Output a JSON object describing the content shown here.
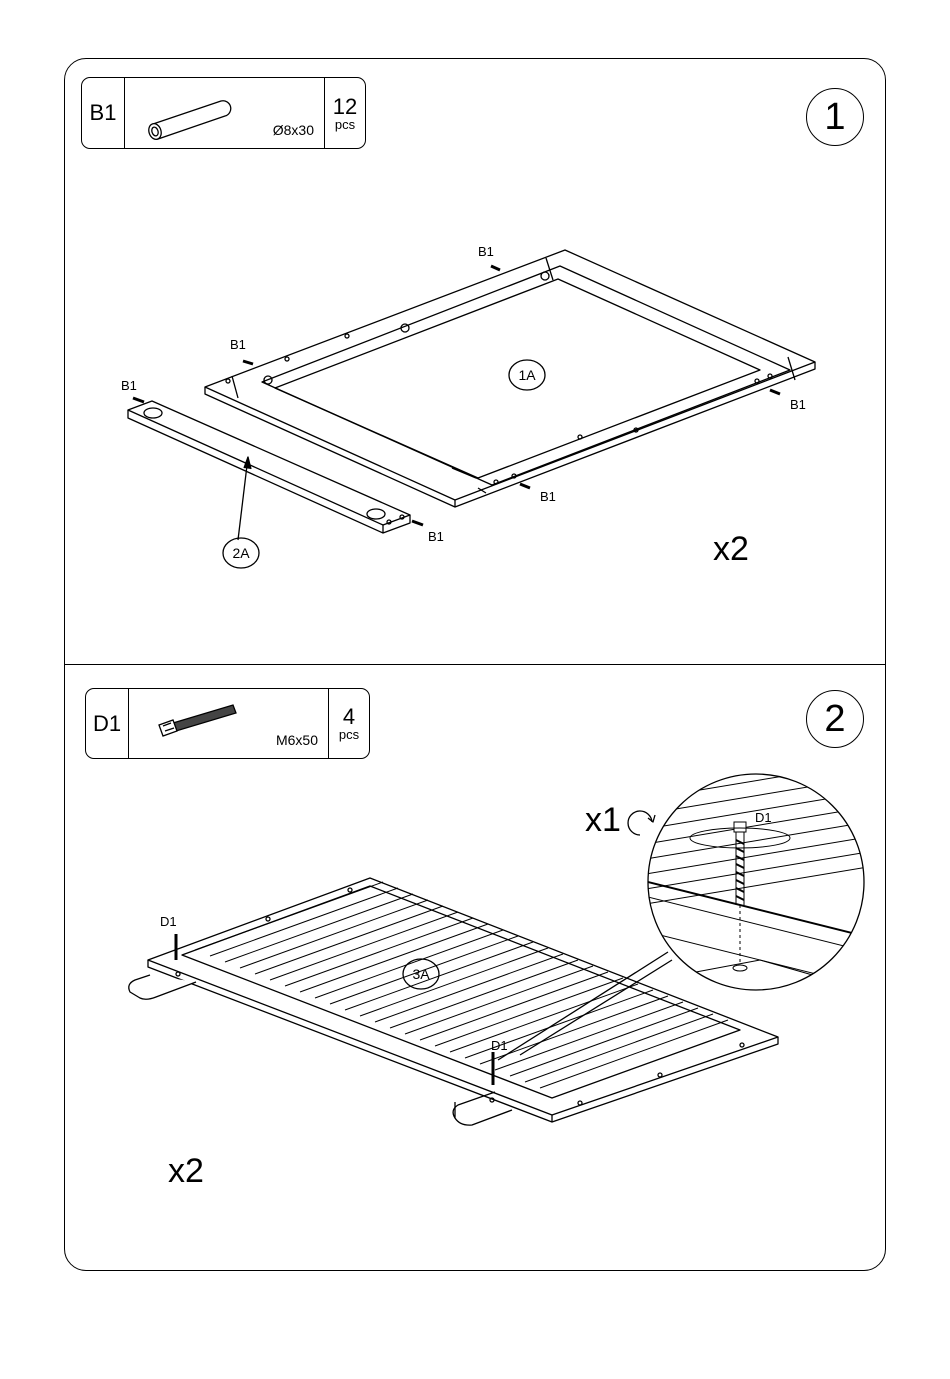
{
  "step1": {
    "number": "1",
    "part": {
      "code": "B1",
      "size": "Ø8x30",
      "qty": "12",
      "unit": "pcs",
      "icon": "dowel-icon"
    },
    "labels": {
      "frame": "1A",
      "rail": "2A",
      "dowel": "B1"
    },
    "multiplier": "x2"
  },
  "step2": {
    "number": "2",
    "part": {
      "code": "D1",
      "size": "M6x50",
      "qty": "4",
      "unit": "pcs",
      "icon": "bolt-icon"
    },
    "labels": {
      "base": "3A",
      "bolt": "D1"
    },
    "detail_multiplier": "x1",
    "multiplier": "x2"
  }
}
